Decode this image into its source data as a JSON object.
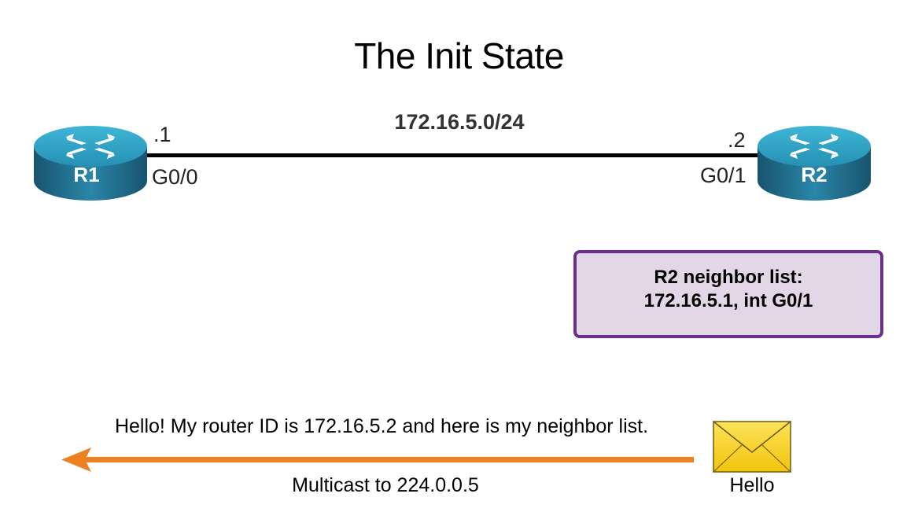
{
  "title": "The Init State",
  "network": "172.16.5.0/24",
  "r1": {
    "name": "R1",
    "ip_suffix": ".1",
    "interface": "G0/0"
  },
  "r2": {
    "name": "R2",
    "ip_suffix": ".2",
    "interface": "G0/1"
  },
  "neighbor_box": {
    "line1": "R2 neighbor list:",
    "line2": "172.16.5.1, int G0/1"
  },
  "hello_message": "Hello! My router ID is 172.16.5.2 and here is my neighbor list.",
  "multicast_label": "Multicast to 224.0.0.5",
  "envelope_label": "Hello",
  "icons": {
    "router": "router-icon",
    "envelope": "envelope-icon",
    "arrow": "arrow-left-icon"
  },
  "colors": {
    "router_body": "#1e6a8c",
    "router_top": "#2aa3c4",
    "neighbor_border": "#6b2f8c",
    "neighbor_fill": "#e1d7e6",
    "arrow": "#ef8022",
    "envelope": "#f6d21a"
  }
}
